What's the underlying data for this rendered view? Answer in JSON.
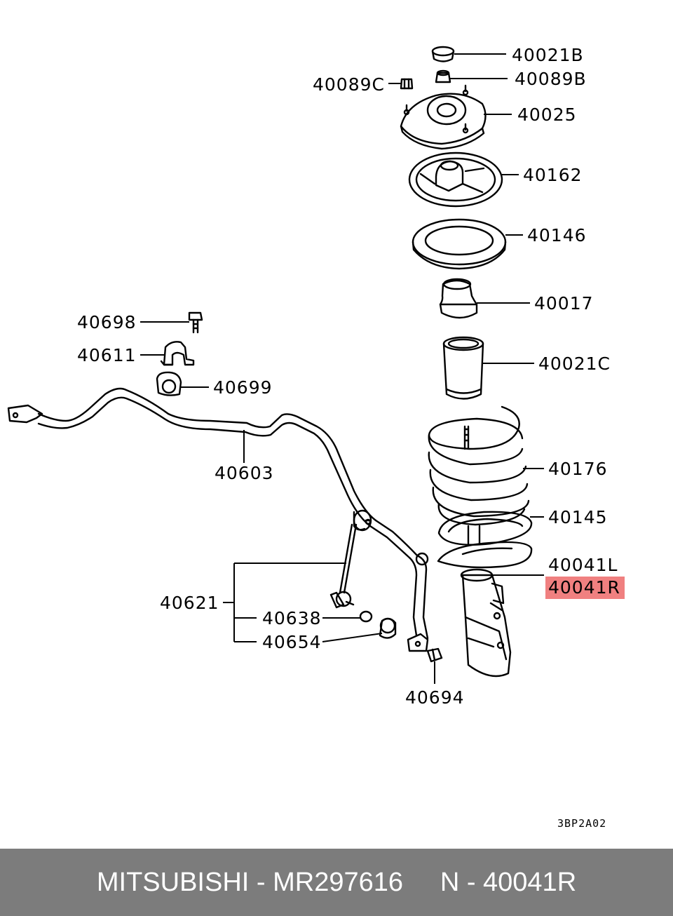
{
  "labels": {
    "p40021B": "40021B",
    "p40089B": "40089B",
    "p40089C": "40089C",
    "p40025": "40025",
    "p40162": "40162",
    "p40146": "40146",
    "p40017": "40017",
    "p40698": "40698",
    "p40611": "40611",
    "p40699": "40699",
    "p40021C": "40021C",
    "p40603": "40603",
    "p40176": "40176",
    "p40145": "40145",
    "p40041L": "40041L",
    "p40041R": "40041R",
    "p40621": "40621",
    "p40638": "40638",
    "p40654": "40654",
    "p40694": "40694"
  },
  "highlight_color": "#f08080",
  "diagram_code": "3BP2A02",
  "footer": {
    "brand": "MITSUBISHI",
    "part_number": "MR297616",
    "ref": "N - 40041R",
    "separator": " - ",
    "gap": "     "
  }
}
